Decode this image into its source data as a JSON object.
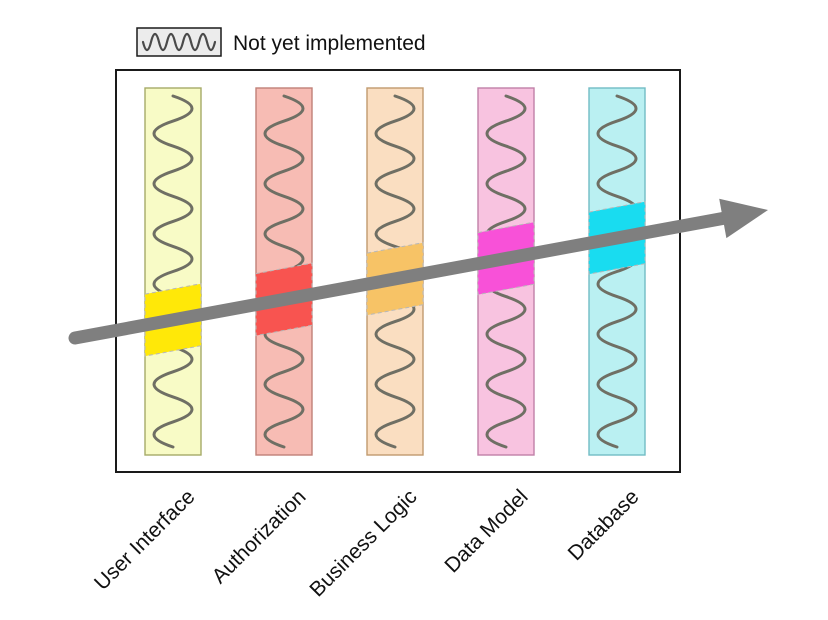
{
  "legend": {
    "label": "Not yet implemented",
    "swatch_fill": "#ececec",
    "squiggle_color": "#4a4a4a"
  },
  "diagram": {
    "arrow_color": "#7f7f7f",
    "squiggle_color": "#6f6f64",
    "highlight_border": "#b8b8b8",
    "columns": [
      {
        "label": "User Interface",
        "fill": "#f8fbc6",
        "border": "#a6aa68",
        "highlight": "#ffe808"
      },
      {
        "label": "Authorization",
        "fill": "#f7bcb4",
        "border": "#c08078",
        "highlight": "#f85450"
      },
      {
        "label": "Business Logic",
        "fill": "#fadec1",
        "border": "#c09a6e",
        "highlight": "#f7c366"
      },
      {
        "label": "Data Model",
        "fill": "#f8c3e0",
        "border": "#c080a8",
        "highlight": "#f851d8"
      },
      {
        "label": "Database",
        "fill": "#baf0f2",
        "border": "#72bcc4",
        "highlight": "#19dcf0"
      }
    ]
  }
}
